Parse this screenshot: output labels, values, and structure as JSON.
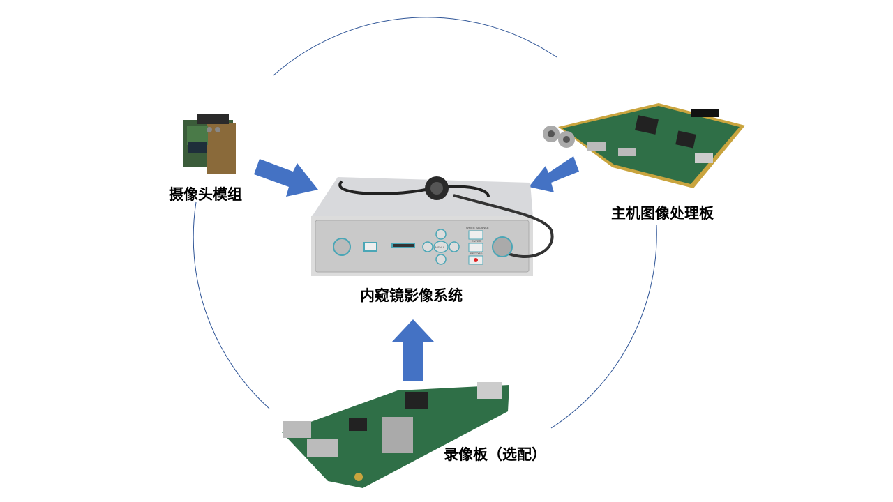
{
  "labels": {
    "camera_module": "摄像头模组",
    "host_board": "主机图像处理板",
    "endoscope_system": "内窥镜影像系统",
    "recording_board": "录像板（选配）"
  },
  "device_panel": {
    "menu": "MENU",
    "white_balance": "WHITE BALANCE",
    "enter": "ENTER",
    "record": "RECORD"
  },
  "colors": {
    "arrow": "#4472C4",
    "circle": "#2F5597",
    "pcb": "#2E6B3A"
  }
}
